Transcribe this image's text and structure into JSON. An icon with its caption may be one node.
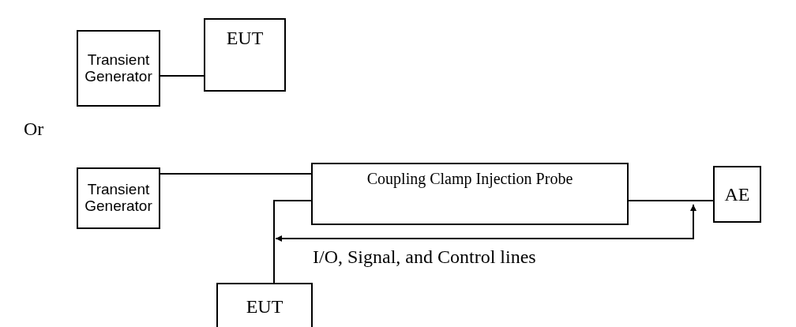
{
  "diagram": {
    "nodes": [
      {
        "text": [
          "Transient Generator"
        ]
      },
      {
        "text": [
          "EUT"
        ]
      },
      {
        "text": [
          "Transient Generator"
        ]
      },
      {
        "text": [
          "Coupling Clamp Injection Probe"
        ]
      },
      {
        "text": [
          "AE"
        ]
      },
      {
        "text": [
          "EUT"
        ]
      }
    ],
    "edges": [
      {
        "from": 0,
        "to": 1,
        "arrow": "none"
      },
      {
        "from": 2,
        "to": 3,
        "arrow": "none"
      },
      {
        "from": 5,
        "to": 3,
        "arrow": "none"
      },
      {
        "from": 3,
        "to": 4,
        "arrow": "none"
      }
    ],
    "labels": [
      "Or",
      "I/O, Signal, and Control lines"
    ]
  }
}
